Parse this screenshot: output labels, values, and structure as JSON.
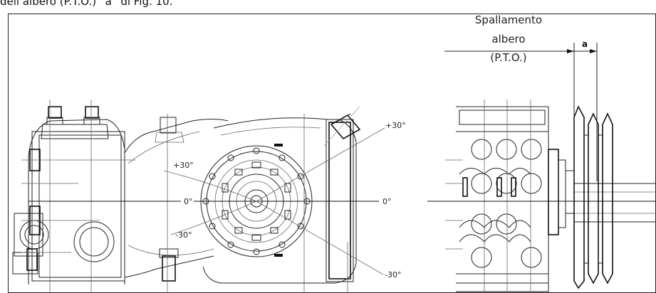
{
  "header": {
    "caption": "dell’albero (P.T.O.) “a” di Fig. 10."
  },
  "front_view": {
    "angle_left_pos": "+30°",
    "angle_left_zero": "0°",
    "angle_left_neg": "-30°",
    "angle_right_pos": "+30°",
    "angle_right_zero": "0°",
    "angle_right_neg": "-30°"
  },
  "side_view": {
    "shoulder_label_line1": "Spallamento",
    "shoulder_label_line2": "albero",
    "shoulder_label_line3": "(P.T.O.)",
    "dimension_letter": "a"
  },
  "colors": {
    "line": "#222222",
    "background": "#ffffff"
  }
}
